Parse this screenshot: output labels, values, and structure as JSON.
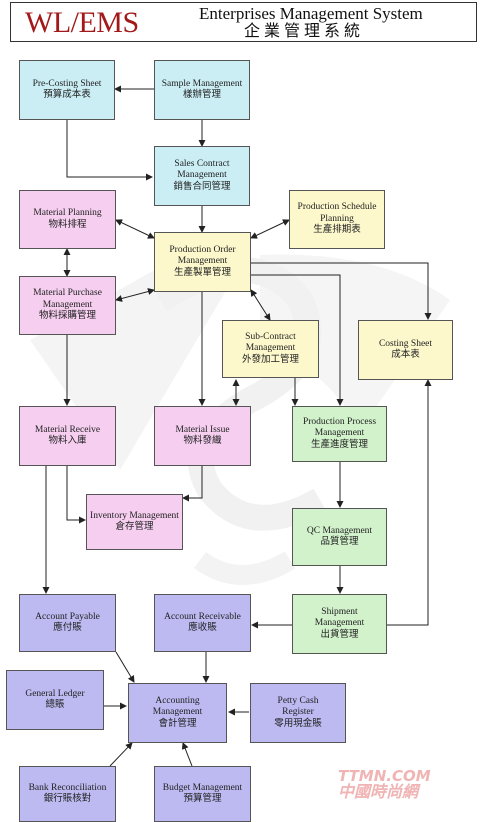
{
  "header": {
    "logo": "WL/EMS",
    "title": "Enterprises Management System",
    "subtitle": "企業管理系統"
  },
  "modules": {
    "pre_costing": {
      "en": "Pre-Costing Sheet",
      "zh": "預算成本表"
    },
    "sample": {
      "en": "Sample Management",
      "zh": "樣辦管理"
    },
    "sales_contract": {
      "en1": "Sales Contract",
      "en2": "Management",
      "zh": "銷售合同管理"
    },
    "material_planning": {
      "en": "Material Planning",
      "zh": "物料排程"
    },
    "production_schedule": {
      "en1": "Production Schedule",
      "en2": "Planning",
      "zh": "生產排期表"
    },
    "production_order": {
      "en1": "Production Order",
      "en2": "Management",
      "zh": "生產製單管理"
    },
    "material_purchase": {
      "en1": "Material Purchase",
      "en2": "Management",
      "zh": "物料採購管理"
    },
    "subcontract": {
      "en1": "Sub-Contract",
      "en2": "Management",
      "zh": "外發加工管理"
    },
    "costing_sheet": {
      "en": "Costing Sheet",
      "zh": "成本表"
    },
    "material_receive": {
      "en": "Material Receive",
      "zh": "物料入庫"
    },
    "material_issue": {
      "en": "Material Issue",
      "zh": "物料發織"
    },
    "production_process": {
      "en1": "Production Process",
      "en2": "Management",
      "zh": "生產進度管理"
    },
    "inventory": {
      "en": "Inventory Management",
      "zh": "倉存管理"
    },
    "qc": {
      "en": "QC Management",
      "zh": "品質管理"
    },
    "account_payable": {
      "en": "Account Payable",
      "zh": "應付賬"
    },
    "account_receivable": {
      "en": "Account Receivable",
      "zh": "應收賬"
    },
    "shipment": {
      "en1": "Shipment",
      "en2": "Management",
      "zh": "出貨管理"
    },
    "general_ledger": {
      "en": "General Ledger",
      "zh": "總賬"
    },
    "accounting": {
      "en1": "Accounting",
      "en2": "Management",
      "zh": "會計管理"
    },
    "petty_cash": {
      "en1": "Petty Cash",
      "en2": "Register",
      "zh": "零用現金賬"
    },
    "bank_reconciliation": {
      "en": "Bank Reconciliation",
      "zh": "銀行賬核對"
    },
    "budget": {
      "en": "Budget Management",
      "zh": "預算管理"
    }
  },
  "watermark": {
    "line1": "TTMN.COM",
    "line2": "中國時尚網"
  },
  "colors": {
    "title_red": "#a31818",
    "cyan": "#cbeef5",
    "pink": "#f6cff0",
    "cream": "#fcf8cc",
    "green": "#d2f2cc",
    "blue": "#bcbaf1",
    "watermark_red": "#f0b4b4"
  }
}
